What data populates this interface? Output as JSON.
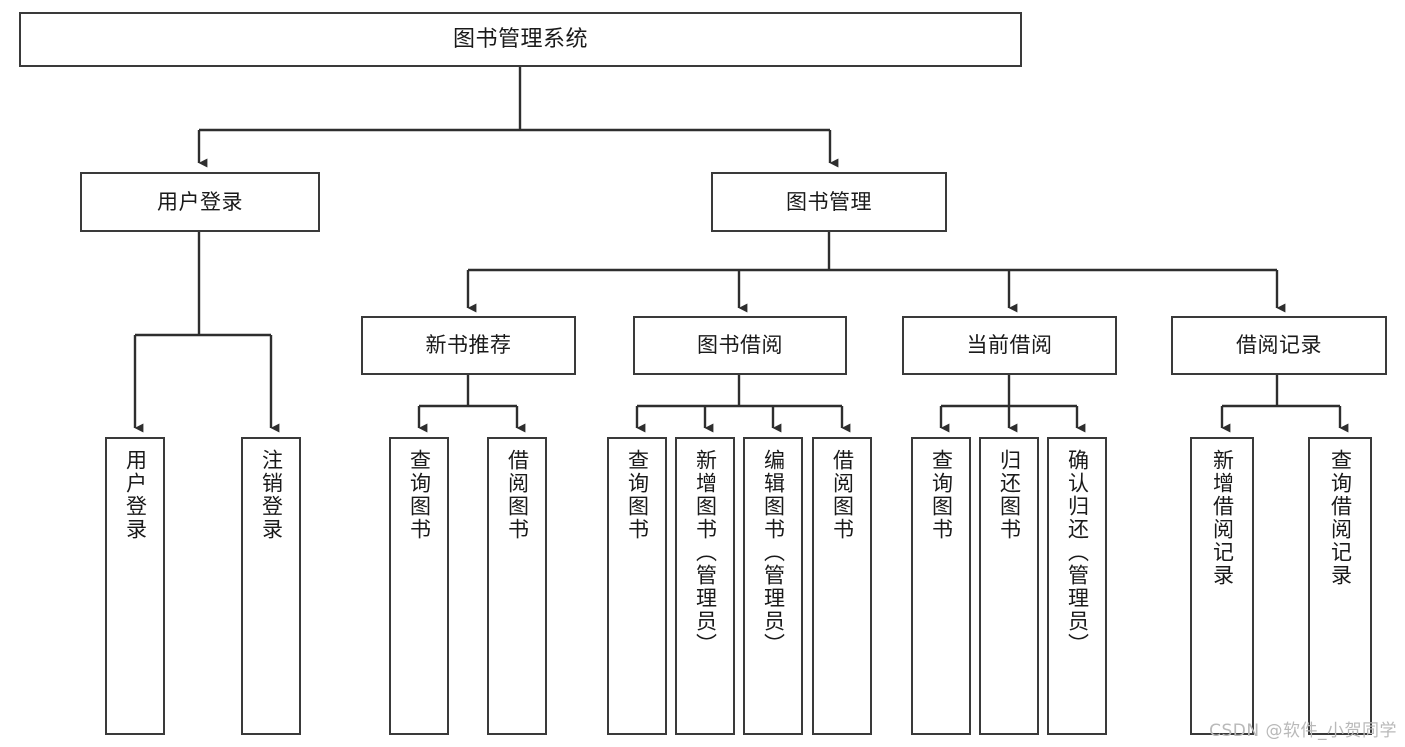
{
  "diagram": {
    "type": "tree-hierarchy-chart",
    "title": "图书管理系统",
    "stroke_color": "#3a3a3a",
    "background_color": "#ffffff",
    "text_color": "#1a1a1a"
  },
  "nodes": {
    "root": {
      "label": "图书管理系统",
      "level": 0,
      "orientation": "horizontal"
    },
    "level1": [
      {
        "id": "user-login",
        "label": "用户登录",
        "orientation": "horizontal"
      },
      {
        "id": "book-management",
        "label": "图书管理",
        "orientation": "horizontal"
      }
    ],
    "level2": [
      {
        "id": "new-book-recommend",
        "label": "新书推荐",
        "orientation": "horizontal",
        "parent": "book-management"
      },
      {
        "id": "book-borrow",
        "label": "图书借阅",
        "orientation": "horizontal",
        "parent": "book-management"
      },
      {
        "id": "current-borrow",
        "label": "当前借阅",
        "orientation": "horizontal",
        "parent": "book-management"
      },
      {
        "id": "borrow-record",
        "label": "借阅记录",
        "orientation": "horizontal",
        "parent": "book-management"
      }
    ],
    "leaves": [
      {
        "id": "leaf-user-login",
        "label": "用户登录",
        "parent": "user-login"
      },
      {
        "id": "leaf-logout-login",
        "label": "注销登录",
        "parent": "user-login"
      },
      {
        "id": "leaf-query-book-1",
        "label": "查询图书",
        "parent": "new-book-recommend"
      },
      {
        "id": "leaf-borrow-book-1",
        "label": "借阅图书",
        "parent": "new-book-recommend"
      },
      {
        "id": "leaf-query-book-2",
        "label": "查询图书",
        "parent": "book-borrow"
      },
      {
        "id": "leaf-add-book",
        "label": "新增图书（管理员）",
        "parent": "book-borrow"
      },
      {
        "id": "leaf-edit-book",
        "label": "编辑图书（管理员）",
        "parent": "book-borrow"
      },
      {
        "id": "leaf-borrow-book-2",
        "label": "借阅图书",
        "parent": "book-borrow"
      },
      {
        "id": "leaf-query-book-3",
        "label": "查询图书",
        "parent": "current-borrow"
      },
      {
        "id": "leaf-return-book",
        "label": "归还图书",
        "parent": "current-borrow"
      },
      {
        "id": "leaf-confirm-return",
        "label": "确认归还（管理员）",
        "parent": "current-borrow"
      },
      {
        "id": "leaf-add-record",
        "label": "新增借阅记录",
        "parent": "borrow-record"
      },
      {
        "id": "leaf-query-record",
        "label": "查询借阅记录",
        "parent": "borrow-record"
      }
    ]
  },
  "watermark": {
    "text": "CSDN @软件_小贺同学"
  }
}
